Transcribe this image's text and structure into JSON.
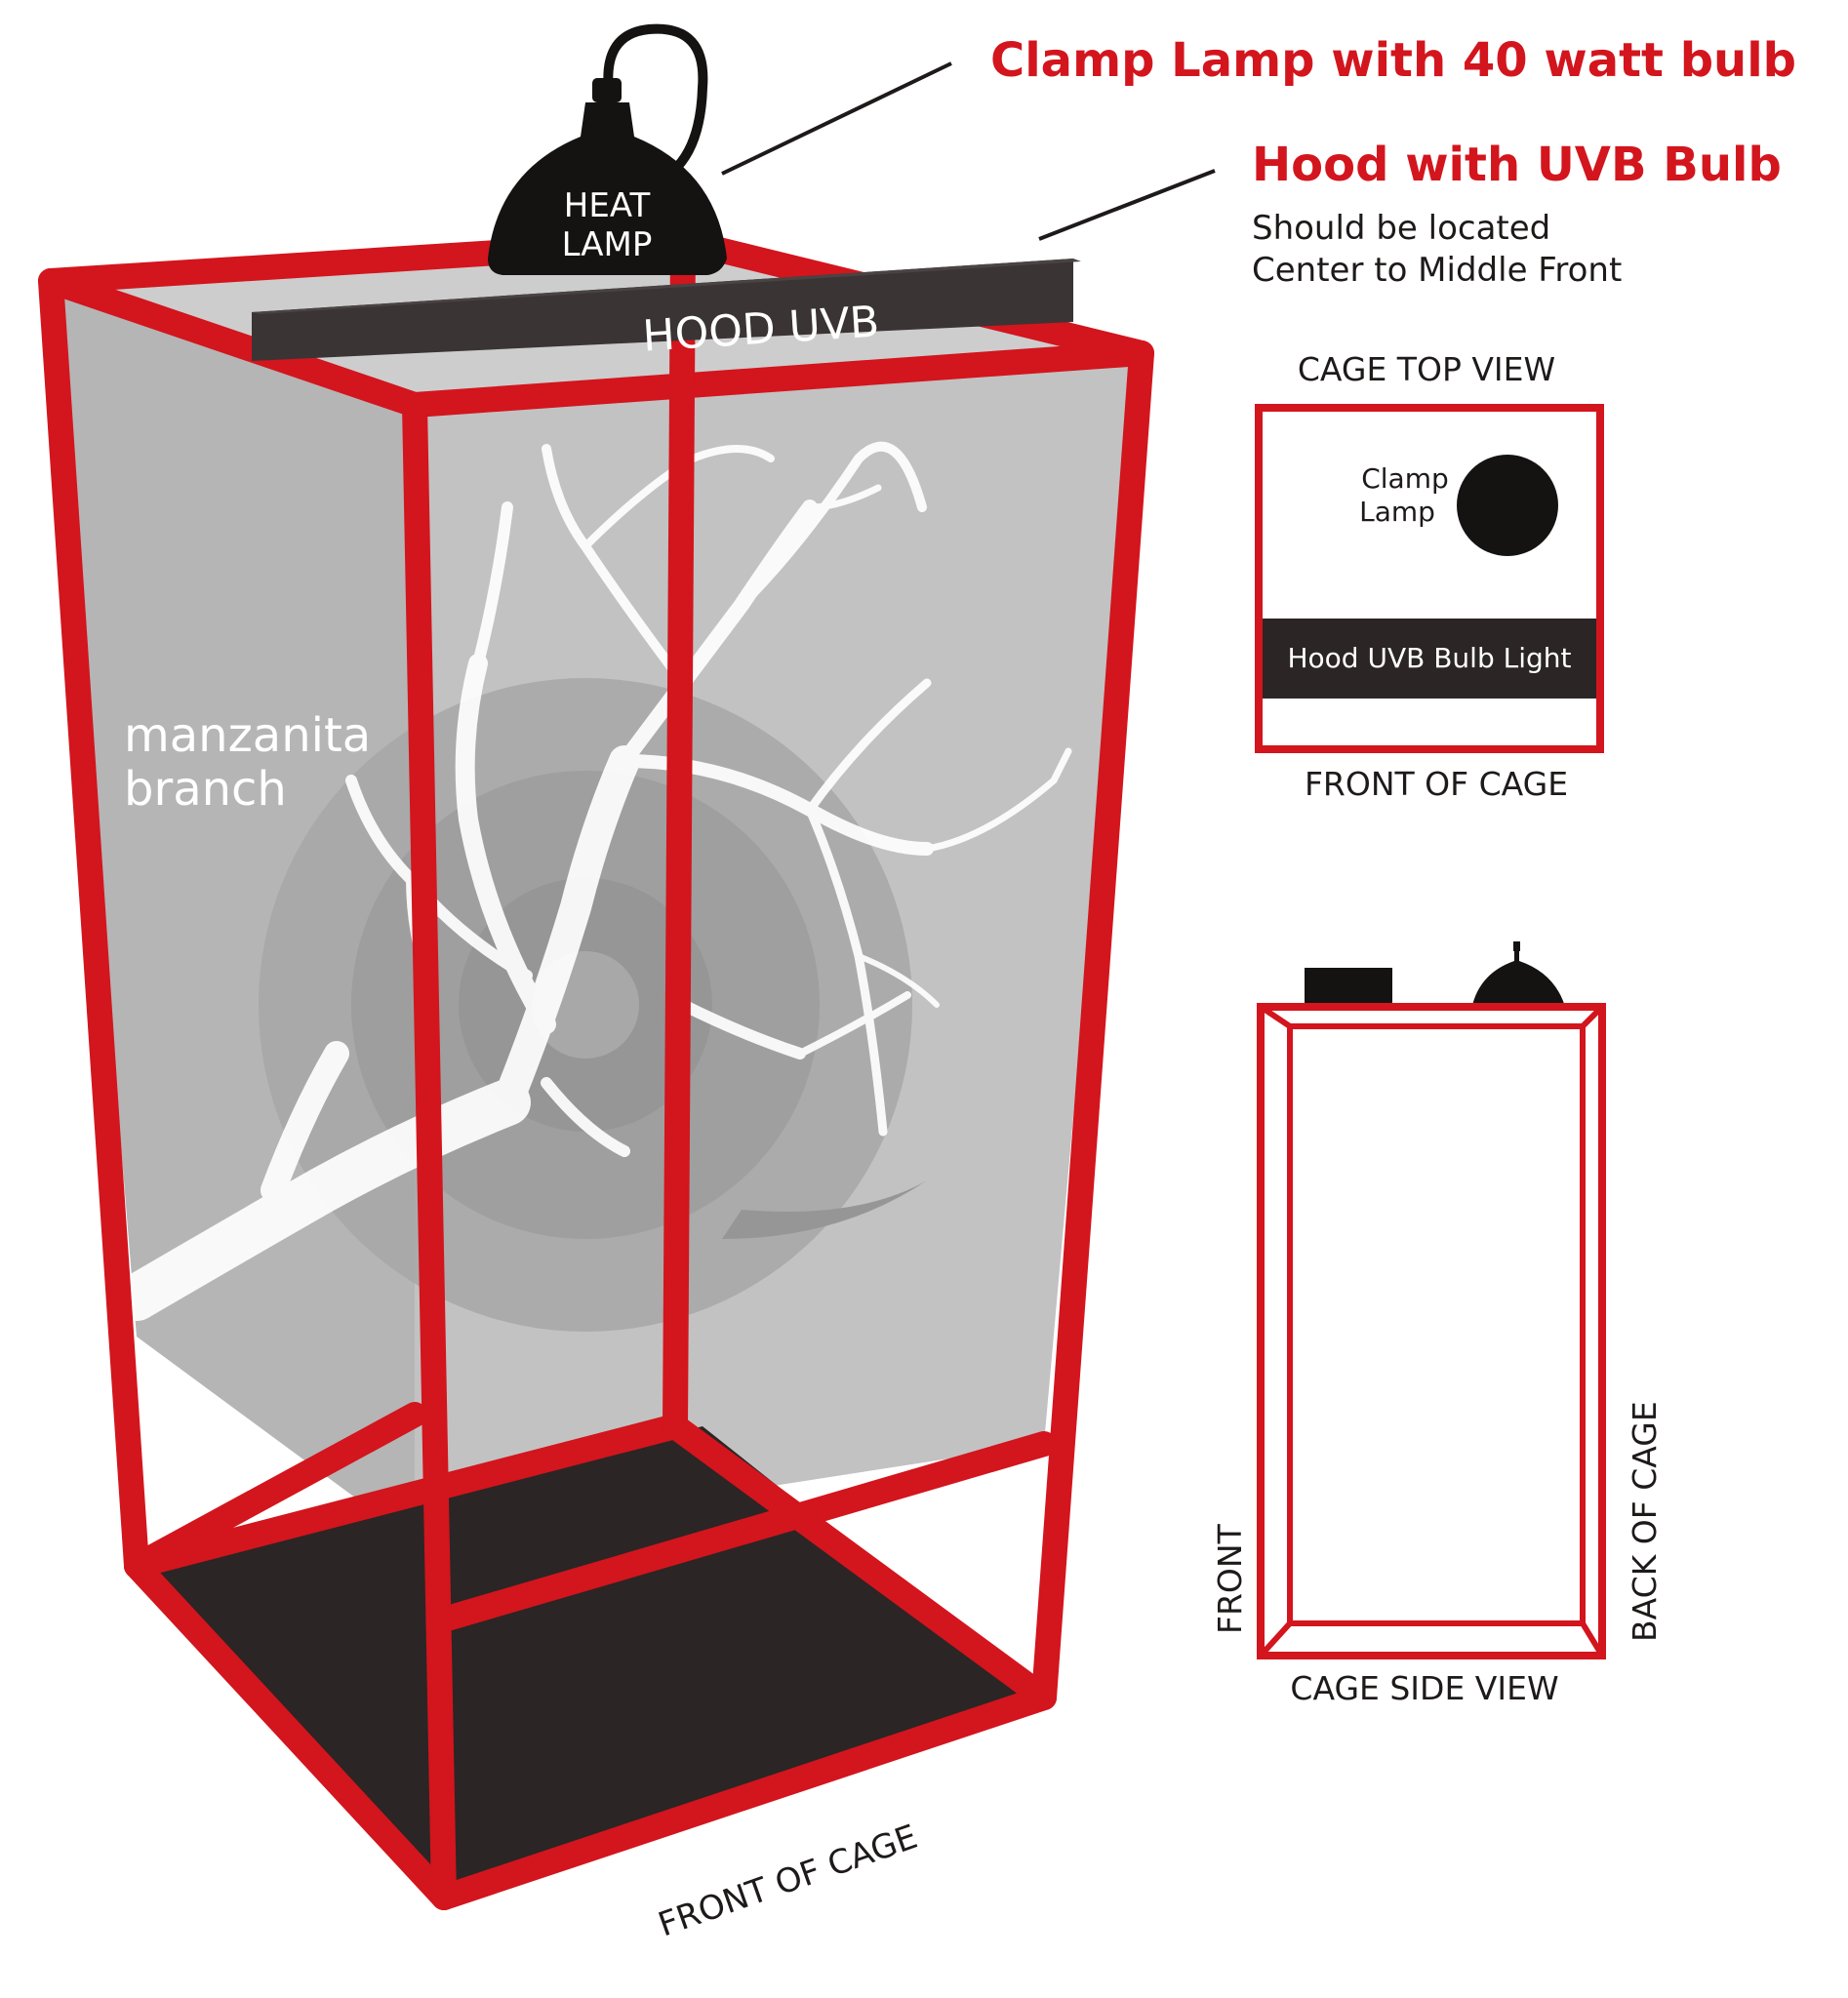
{
  "colors": {
    "frame_red": "#d3151d",
    "panel_gray": "#b5b5b5",
    "floor_dark": "#2b2525",
    "fixture_black": "#151212",
    "text_dark": "#1e1a1a"
  },
  "callouts": {
    "clamp_lamp": "Clamp Lamp with 40 watt bulb",
    "hood_title": "Hood with UVB Bulb",
    "hood_note_line1": "Should be located",
    "hood_note_line2": "Center to Middle Front"
  },
  "main_cage": {
    "heat_lamp_line1": "HEAT",
    "heat_lamp_line2": "LAMP",
    "hood_label": "HOOD UVB",
    "branch_line1": "manzanita",
    "branch_line2": "branch",
    "front_label": "FRONT OF CAGE"
  },
  "top_view": {
    "title": "CAGE TOP VIEW",
    "lamp_line1": "Clamp",
    "lamp_line2": "Lamp",
    "hood_bar": "Hood UVB Bulb Light",
    "front_label": "FRONT OF CAGE"
  },
  "side_view": {
    "title": "CAGE SIDE VIEW",
    "front_label": "FRONT",
    "back_label": "BACK OF CAGE"
  }
}
